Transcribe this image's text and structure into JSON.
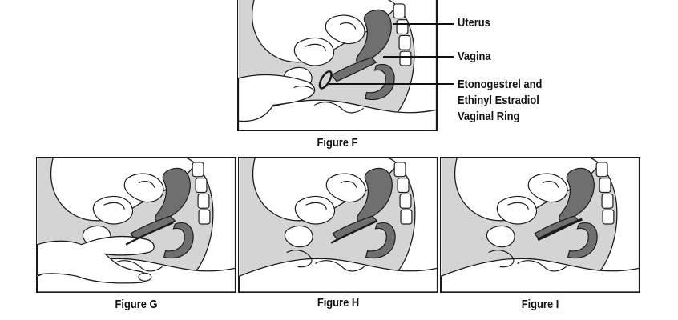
{
  "figures": {
    "f": {
      "caption": "Figure F"
    },
    "g": {
      "caption": "Figure G"
    },
    "h": {
      "caption": "Figure H"
    },
    "i": {
      "caption": "Figure I"
    }
  },
  "labels": {
    "uterus": "Uterus",
    "vagina": "Vagina",
    "ring_line1": "Etonogestrel and",
    "ring_line2": "Ethinyl Estradiol",
    "ring_line3": "Vaginal Ring"
  },
  "colors": {
    "ink": "#1a1a1a",
    "tissue": "#d4d4d4",
    "organ": "#6f6f6f",
    "paper": "#ffffff"
  }
}
